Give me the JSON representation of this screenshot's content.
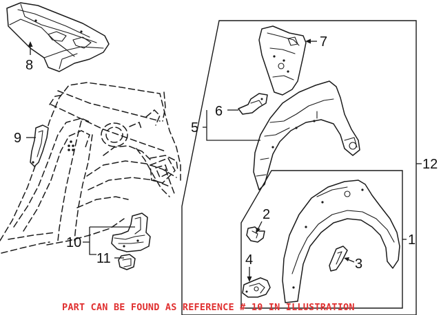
{
  "diagram": {
    "callouts": {
      "c1": "1",
      "c2": "2",
      "c3": "3",
      "c4": "4",
      "c5": "5",
      "c6": "6",
      "c7": "7",
      "c8": "8",
      "c9": "9",
      "c10": "10",
      "c11": "11",
      "c12": "12"
    },
    "caption": "PART CAN BE FOUND AS REFERENCE # 10 IN ILLUSTRATION",
    "colors": {
      "ink": "#1a1a1a",
      "caption": "#e03030",
      "background": "#ffffff"
    }
  }
}
